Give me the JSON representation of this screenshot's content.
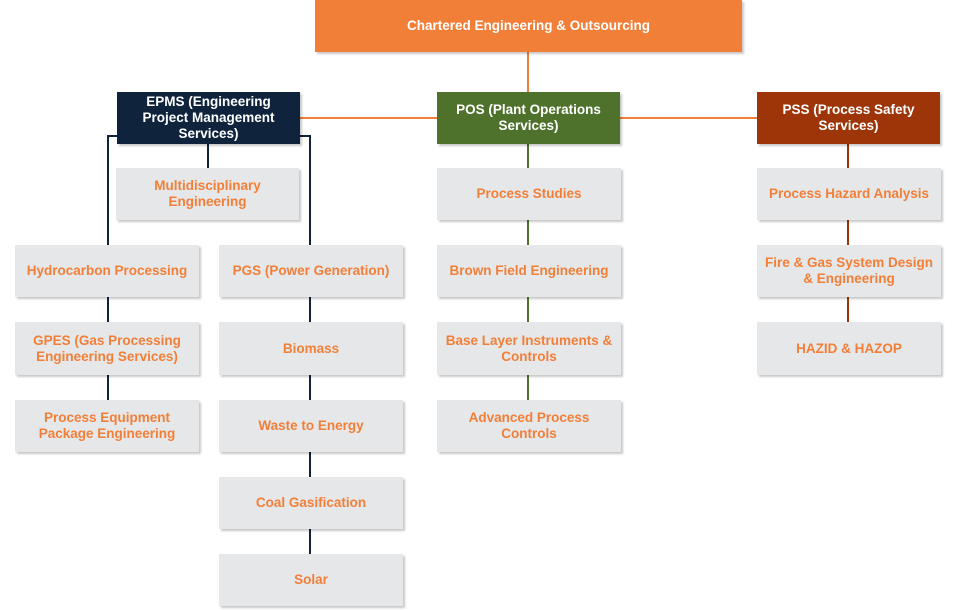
{
  "diagram": {
    "root": {
      "label": "Chartered Engineering & Outsourcing"
    },
    "divisions": [
      {
        "id": "epms",
        "label": "EPMS (Engineering Project Management Services)",
        "color": "#10233d",
        "children": [
          {
            "label": "Multidisciplinary Engineering"
          },
          {
            "label": "Hydrocarbon Processing",
            "children": [
              {
                "label": "GPES (Gas Processing Engineering Services)"
              },
              {
                "label": "Process Equipment Package Engineering"
              }
            ]
          },
          {
            "label": "PGS (Power Generation)",
            "children": [
              {
                "label": "Biomass"
              },
              {
                "label": "Waste to Energy"
              },
              {
                "label": "Coal Gasification"
              },
              {
                "label": "Solar"
              }
            ]
          }
        ]
      },
      {
        "id": "pos",
        "label": "POS (Plant Operations Services)",
        "color": "#4e722c",
        "children": [
          {
            "label": "Process Studies"
          },
          {
            "label": "Brown Field Engineering"
          },
          {
            "label": "Base Layer Instruments & Controls"
          },
          {
            "label": "Advanced Process Controls"
          }
        ]
      },
      {
        "id": "pss",
        "label": "PSS (Process Safety Services)",
        "color": "#9e3509",
        "children": [
          {
            "label": "Process Hazard Analysis"
          },
          {
            "label": "Fire & Gas System Design & Engineering"
          },
          {
            "label": "HAZID & HAZOP"
          }
        ]
      }
    ],
    "colors": {
      "root": "#f27f38",
      "leaf_background": "#e6e7e8",
      "leaf_text": "#f27f38"
    }
  }
}
